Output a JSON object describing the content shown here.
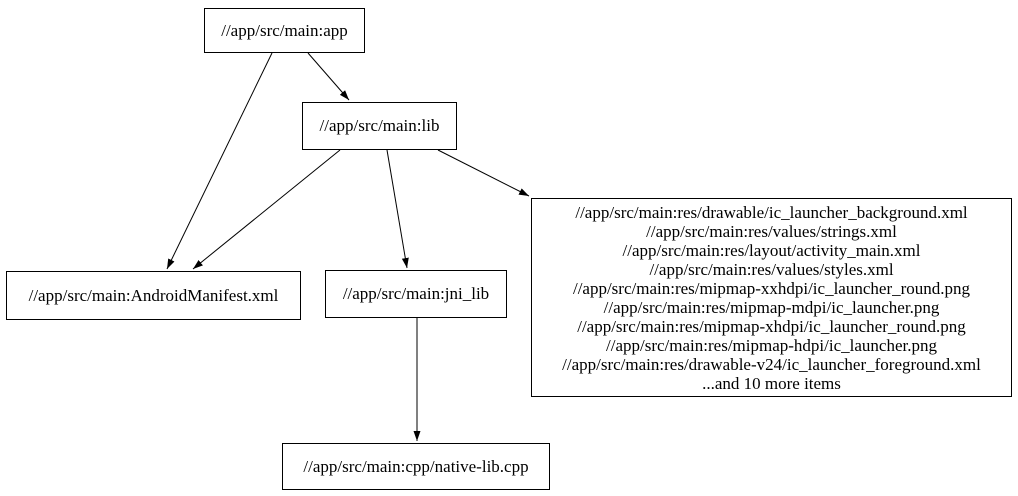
{
  "diagram": {
    "type": "dependency-graph",
    "colors": {
      "background": "#ffffff",
      "node_border": "#000000",
      "text": "#000000",
      "edge": "#000000"
    },
    "nodes": {
      "app": {
        "label": "//app/src/main:app"
      },
      "lib": {
        "label": "//app/src/main:lib"
      },
      "android_manifest": {
        "label": "//app/src/main:AndroidManifest.xml"
      },
      "jni_lib": {
        "label": "//app/src/main:jni_lib"
      },
      "resources": {
        "lines": [
          "//app/src/main:res/drawable/ic_launcher_background.xml",
          "//app/src/main:res/values/strings.xml",
          "//app/src/main:res/layout/activity_main.xml",
          "//app/src/main:res/values/styles.xml",
          "//app/src/main:res/mipmap-xxhdpi/ic_launcher_round.png",
          "//app/src/main:res/mipmap-mdpi/ic_launcher.png",
          "//app/src/main:res/mipmap-xhdpi/ic_launcher_round.png",
          "//app/src/main:res/mipmap-hdpi/ic_launcher.png",
          "//app/src/main:res/drawable-v24/ic_launcher_foreground.xml",
          "...and 10 more items"
        ]
      },
      "native_lib": {
        "label": "//app/src/main:cpp/native-lib.cpp"
      }
    },
    "edges": [
      {
        "from": "app",
        "to": "lib"
      },
      {
        "from": "app",
        "to": "android_manifest"
      },
      {
        "from": "lib",
        "to": "android_manifest"
      },
      {
        "from": "lib",
        "to": "jni_lib"
      },
      {
        "from": "lib",
        "to": "resources"
      },
      {
        "from": "jni_lib",
        "to": "native_lib"
      }
    ]
  }
}
